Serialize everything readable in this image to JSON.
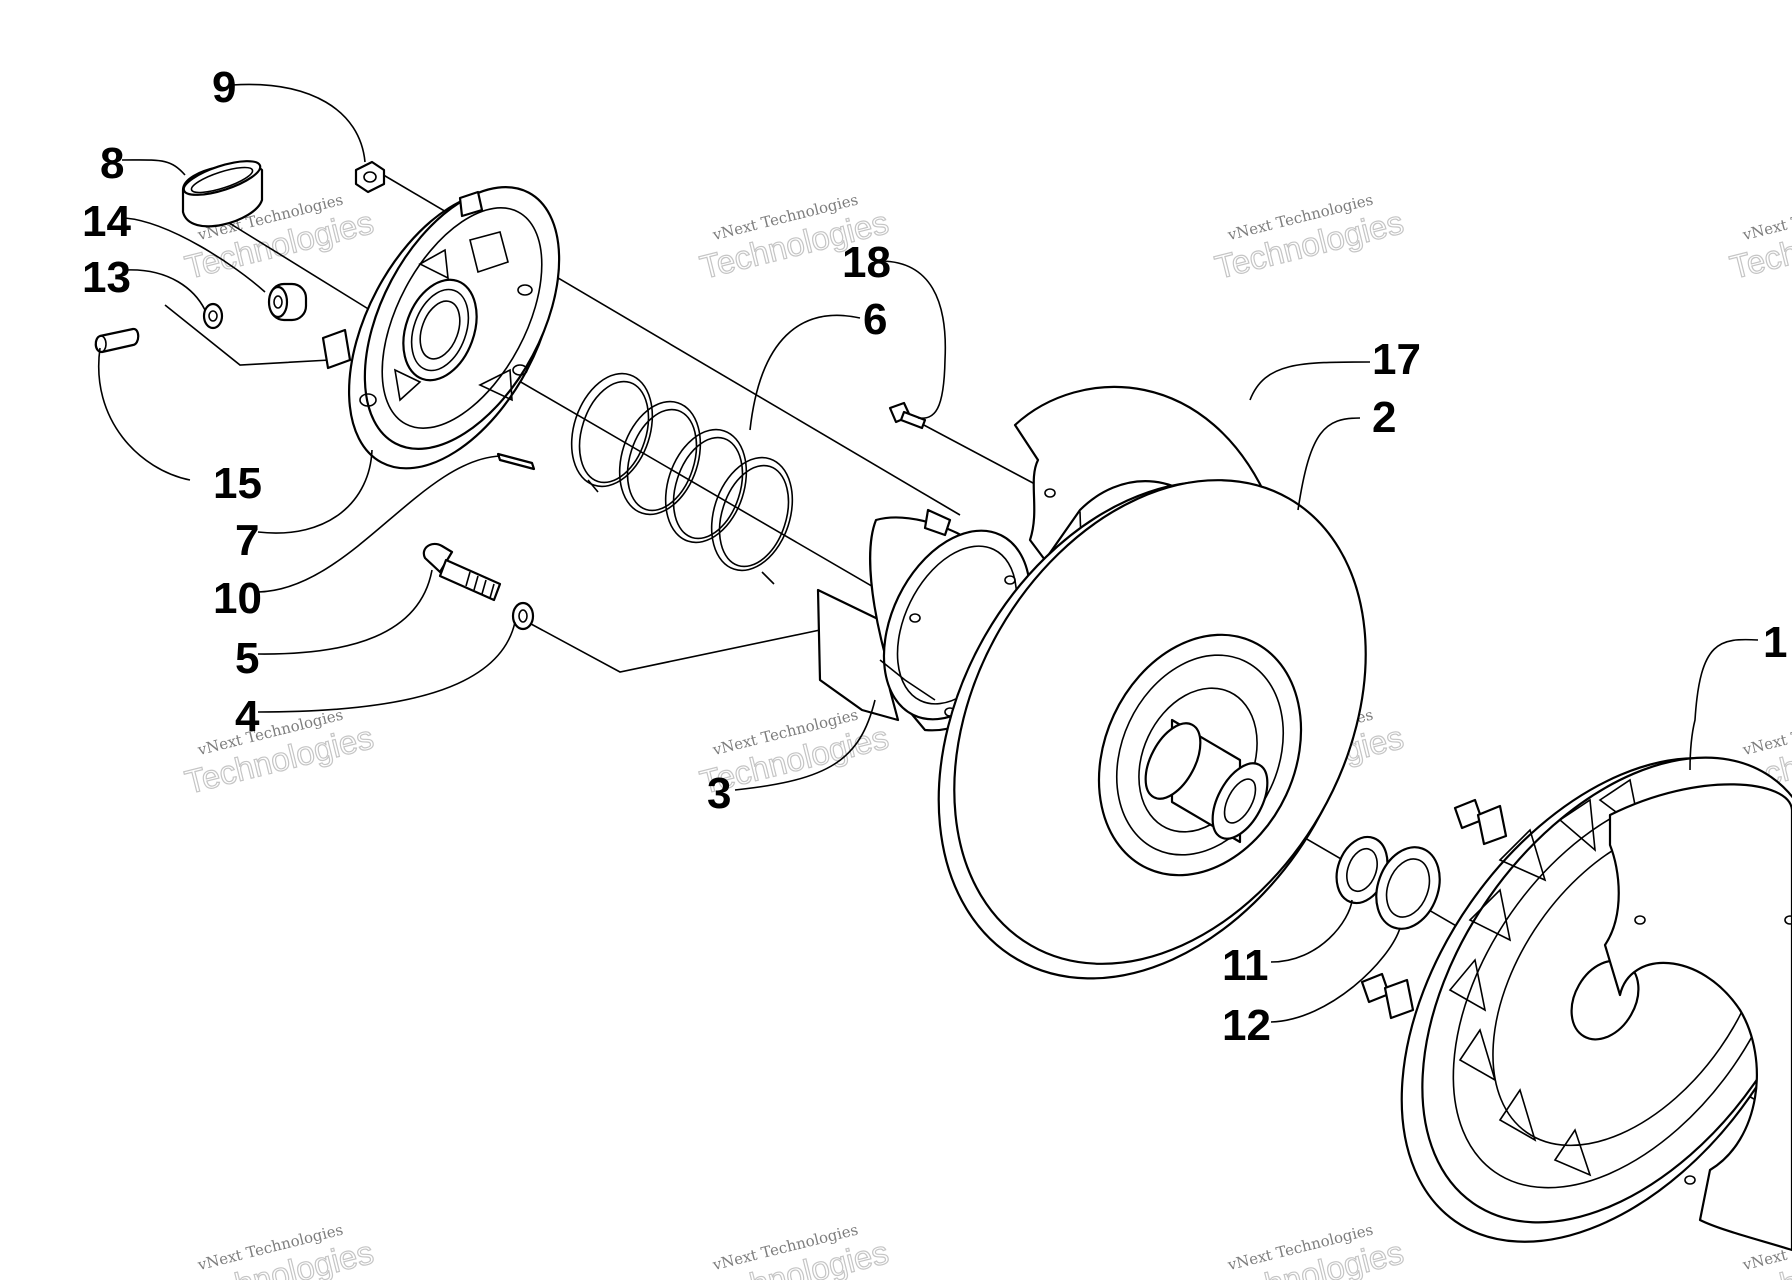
{
  "watermark": {
    "line1": "vNext Technologies",
    "line2": "Technologies"
  },
  "callouts": [
    {
      "id": "c9",
      "label": "9"
    },
    {
      "id": "c8",
      "label": "8"
    },
    {
      "id": "c14",
      "label": "14"
    },
    {
      "id": "c13",
      "label": "13"
    },
    {
      "id": "c15",
      "label": "15"
    },
    {
      "id": "c7",
      "label": "7"
    },
    {
      "id": "c10",
      "label": "10"
    },
    {
      "id": "c5",
      "label": "5"
    },
    {
      "id": "c4",
      "label": "4"
    },
    {
      "id": "c18",
      "label": "18"
    },
    {
      "id": "c6",
      "label": "6"
    },
    {
      "id": "c3",
      "label": "3"
    },
    {
      "id": "c17",
      "label": "17"
    },
    {
      "id": "c2",
      "label": "2"
    },
    {
      "id": "c1",
      "label": "1"
    },
    {
      "id": "c11",
      "label": "11"
    },
    {
      "id": "c12",
      "label": "12"
    }
  ],
  "colors": {
    "line": "#000000",
    "background": "#ffffff",
    "watermark": "#999999"
  }
}
